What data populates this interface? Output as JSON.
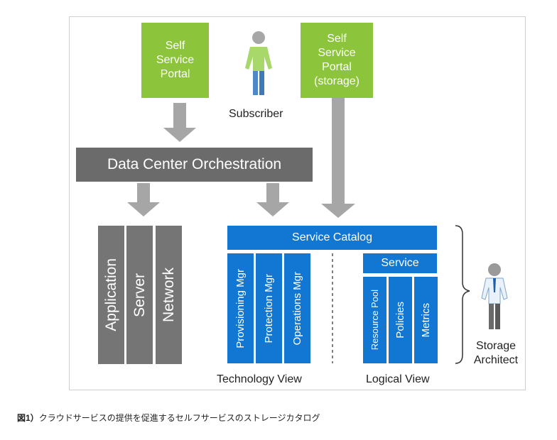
{
  "self_service_portal": "Self\nService\nPortal",
  "self_service_portal_storage": "Self\nService\nPortal\n(storage)",
  "subscriber": "Subscriber",
  "data_center_orchestration": "Data Center Orchestration",
  "columns": [
    "Application",
    "Server",
    "Network"
  ],
  "service_catalog": "Service Catalog",
  "technology_items": [
    "Provisioning Mgr",
    "Protection Mgr",
    "Operations Mgr"
  ],
  "service": "Service",
  "logical_items": [
    "Resource Pool",
    "Policies",
    "Metrics"
  ],
  "technology_view": "Technology View",
  "logical_view": "Logical View",
  "storage_architect": "Storage\nArchitect",
  "caption_label": "図1）",
  "caption_text": "クラウドサービスの提供を促進するセルフサービスのストレージカタログ",
  "colors": {
    "green": "#8cc43c",
    "blue": "#1177d2",
    "gray": "#757575",
    "arrow": "#a6a6a6"
  }
}
